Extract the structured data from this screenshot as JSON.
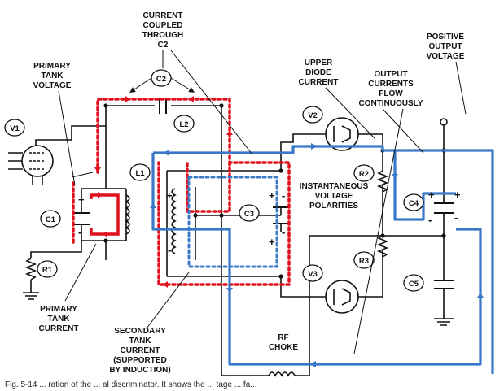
{
  "colors": {
    "wire": "#111111",
    "primary_current": "#e0101c",
    "secondary_current": "#3a78c8",
    "background": "#ffffff"
  },
  "components": {
    "V1": "V1",
    "V2": "V2",
    "V3": "V3",
    "C1": "C1",
    "C2": "C2",
    "C3": "C3",
    "C4": "C4",
    "C5": "C5",
    "L1": "L1",
    "L2": "L2",
    "R1": "R1",
    "R2": "R2",
    "R3": "R3"
  },
  "labels": {
    "current_coupled": [
      "CURRENT",
      "COUPLED",
      "THROUGH",
      "C2"
    ],
    "primary_tank_voltage": [
      "PRIMARY",
      "TANK",
      "VOLTAGE"
    ],
    "upper_diode_current": [
      "UPPER",
      "DIODE",
      "CURRENT"
    ],
    "output_currents": [
      "OUTPUT",
      "CURRENTS",
      "FLOW",
      "CONTINUOUSLY"
    ],
    "positive_output": [
      "POSITIVE",
      "OUTPUT",
      "VOLTAGE"
    ],
    "instantaneous": [
      "INSTANTANEOUS",
      "VOLTAGE",
      "POLARITIES"
    ],
    "primary_tank_current": [
      "PRIMARY",
      "TANK",
      "CURRENT"
    ],
    "secondary_tank_current": [
      "SECONDARY",
      "TANK",
      "CURRENT",
      "(SUPPORTED",
      "BY INDUCTION)"
    ],
    "rf_choke": [
      "RF",
      "CHOKE"
    ]
  },
  "caption": "Fig. 5-14 ... ration of the ... al discriminator. It shows the ... tage ... fa..."
}
